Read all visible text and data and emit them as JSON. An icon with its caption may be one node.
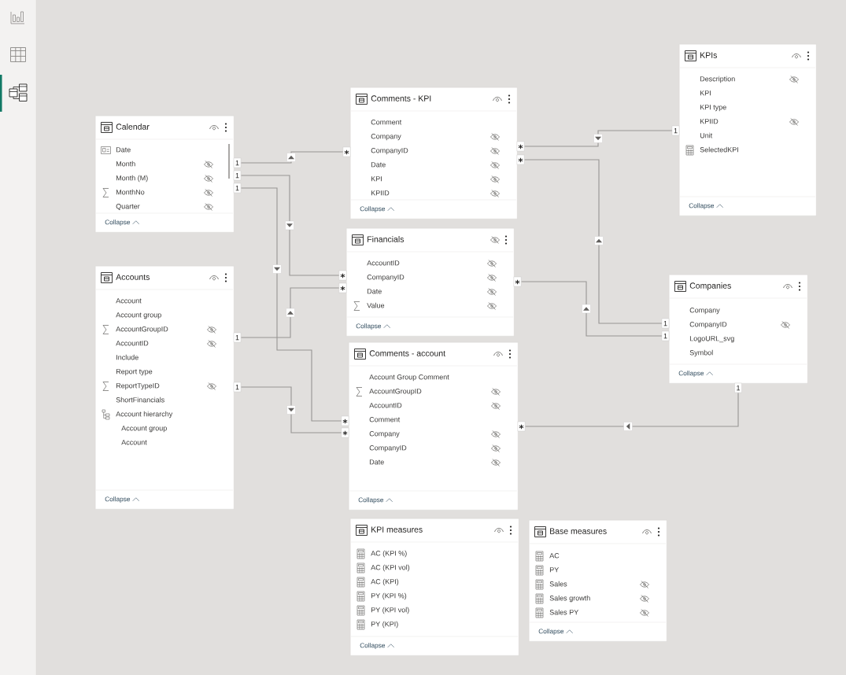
{
  "diagram": {
    "nodes": [
      {
        "text": [
          "Calendar",
          "Date",
          "Month",
          "Month (M)",
          "MonthNo",
          "Quarter",
          "Collapse"
        ]
      },
      {
        "text": [
          "Comments - KPI",
          "Comment",
          "Company",
          "CompanyID",
          "Date",
          "KPI",
          "KPIID",
          "Collapse"
        ]
      },
      {
        "text": [
          "KPIs",
          "Description",
          "KPI",
          "KPI type",
          "KPIID",
          "Unit",
          "SelectedKPI",
          "Collapse"
        ]
      },
      {
        "text": [
          "Financials",
          "AccountID",
          "CompanyID",
          "Date",
          "Value",
          "Collapse"
        ]
      },
      {
        "text": [
          "Accounts",
          "Account",
          "Account group",
          "AccountGroupID",
          "AccountID",
          "Include",
          "Report type",
          "ReportTypeID",
          "ShortFinancials",
          "Account hierarchy",
          "Account group",
          "Account",
          "Collapse"
        ]
      },
      {
        "text": [
          "Companies",
          "Company",
          "CompanyID",
          "LogoURL_svg",
          "Symbol",
          "Collapse"
        ]
      },
      {
        "text": [
          "Comments - account",
          "Account Group Comment",
          "AccountGroupID",
          "AccountID",
          "Comment",
          "Company",
          "CompanyID",
          "Date",
          "Collapse"
        ]
      },
      {
        "text": [
          "KPI measures",
          "AC (KPI %)",
          "AC (KPI vol)",
          "AC (KPI)",
          "PY (KPI %)",
          "PY (KPI vol)",
          "PY (KPI)",
          "Collapse"
        ]
      },
      {
        "text": [
          "Base measures",
          "AC",
          "PY",
          "Sales",
          "Sales growth",
          "Sales PY",
          "Collapse"
        ]
      }
    ],
    "edges": [
      {
        "from": 0,
        "to": 1,
        "arrow": "to"
      },
      {
        "from": 0,
        "to": 3,
        "arrow": "to"
      },
      {
        "from": 0,
        "to": 6,
        "arrow": "to"
      },
      {
        "from": 4,
        "to": 3,
        "arrow": "to"
      },
      {
        "from": 4,
        "to": 6,
        "arrow": "to"
      },
      {
        "from": 2,
        "to": 1,
        "arrow": "to"
      },
      {
        "from": 5,
        "to": 1,
        "arrow": "to"
      },
      {
        "from": 5,
        "to": 3,
        "arrow": "to"
      },
      {
        "from": 5,
        "to": 6,
        "arrow": "to"
      }
    ],
    "labels": [
      "1",
      "*",
      "1",
      "*",
      "1",
      "*",
      "1",
      "*",
      "1",
      "*",
      "1",
      "*",
      "1",
      "*",
      "1",
      "*",
      "1",
      "*"
    ]
  }
}
